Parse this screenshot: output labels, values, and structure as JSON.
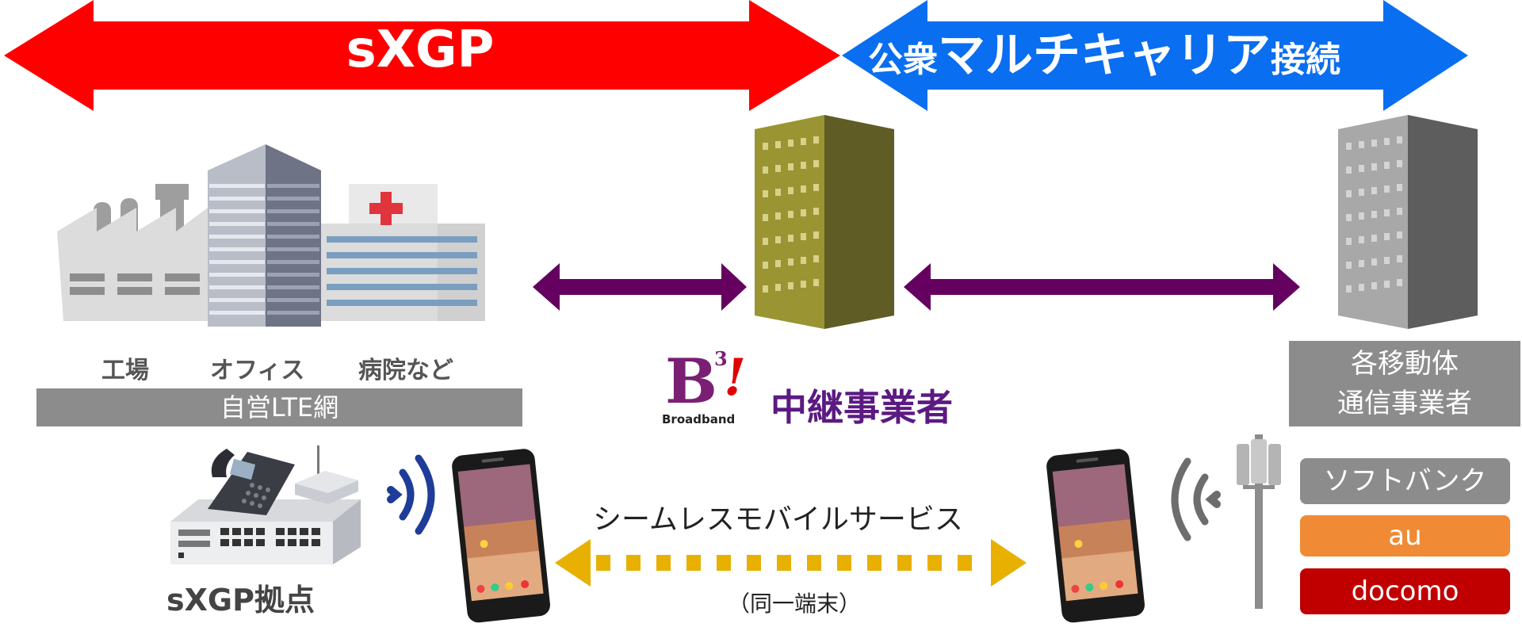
{
  "banners": {
    "left": "sXGP",
    "right_part1": "公衆",
    "right_part2": "マルチキャリア",
    "right_part3": "接続"
  },
  "facilities": {
    "factory": "工場",
    "office": "オフィス",
    "hospital": "病院など",
    "network_bar": "自営LTE網"
  },
  "relay": {
    "logo_mark": "B",
    "logo_sup": "3",
    "logo_excl": "!",
    "logo_caption": "Broadband",
    "label": "中継事業者"
  },
  "operators": {
    "label_line1": "各移動体",
    "label_line2": "通信事業者",
    "carriers": [
      {
        "name": "ソフトバンク",
        "color": "#8c8c8c"
      },
      {
        "name": "au",
        "color": "#f08a35"
      },
      {
        "name": "docomo",
        "color": "#c00000"
      }
    ]
  },
  "service": {
    "label": "シームレスモバイルサービス",
    "sublabel": "（同一端末）"
  },
  "base": {
    "label": "sXGP拠点"
  },
  "colors": {
    "sxgp_red": "#ff0000",
    "carrier_blue": "#0a6ef0",
    "link_purple": "#650060",
    "dotted_gold": "#e8b000",
    "relay_building": "#9a9433",
    "carrier_building": "#8f8f8f"
  }
}
